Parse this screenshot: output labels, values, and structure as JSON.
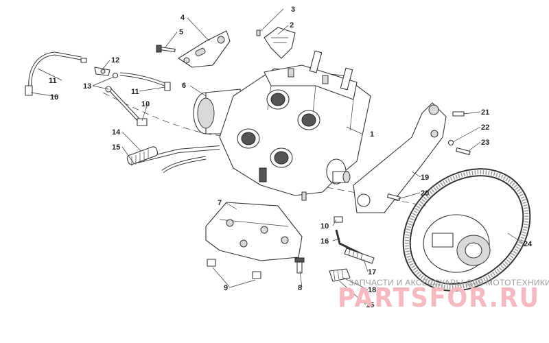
{
  "callouts": [
    "1",
    "2",
    "3",
    "4",
    "5",
    "6",
    "7",
    "8",
    "9",
    "10",
    "11",
    "12",
    "13",
    "14",
    "15",
    "16",
    "17",
    "18",
    "19",
    "20",
    "21",
    "22",
    "23",
    "24"
  ],
  "duplicate_callouts": {
    "n10b": "10",
    "n10c": "10",
    "n11b": "11",
    "n15b": "15"
  },
  "watermark": {
    "caption": "ЗАПЧАСТИ И АКСЕССУАРЫ ДЛЯ МОТОТЕХНИКИ",
    "logo_text": "PARTSFOR.RU"
  },
  "colors": {
    "line": "#333333",
    "watermark_logo": "#f4b9c1",
    "watermark_caption": "#9b9b9b"
  }
}
